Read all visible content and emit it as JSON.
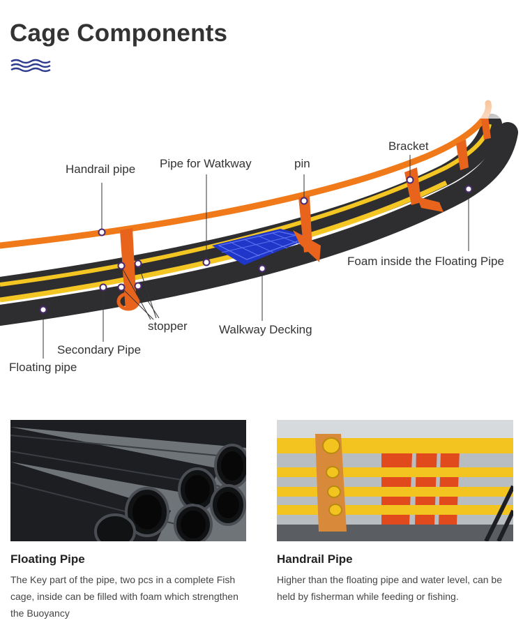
{
  "page": {
    "title": "Cage Components",
    "title_icon": "wave-icon"
  },
  "diagram": {
    "labels": {
      "handrail_pipe": "Handrail pipe",
      "pipe_for_walkway": "Pipe for Watkway",
      "pin": "pin",
      "bracket": "Bracket",
      "foam": "Foam inside the Floating Pipe",
      "stopper": "stopper",
      "walkway_decking": "Walkway Decking",
      "secondary_pipe": "Secondary Pipe",
      "floating_pipe": "Floating pipe"
    },
    "colors": {
      "handrail": "#f07a1a",
      "floating": "#2e2e31",
      "secondary": "#f3c623",
      "bracket": "#e8641c",
      "decking": "#1f36c9",
      "marker": "#4a2a6e"
    }
  },
  "cards": [
    {
      "title": "Floating Pipe",
      "description": "The Key part of the pipe, two pcs in a complete Fish cage, inside can be filled with foam which strengthen the Buoyancy"
    },
    {
      "title": "Handrail Pipe",
      "description": "Higher than the floating pipe and water level, can be held by fisherman while feeding or fishing."
    }
  ]
}
